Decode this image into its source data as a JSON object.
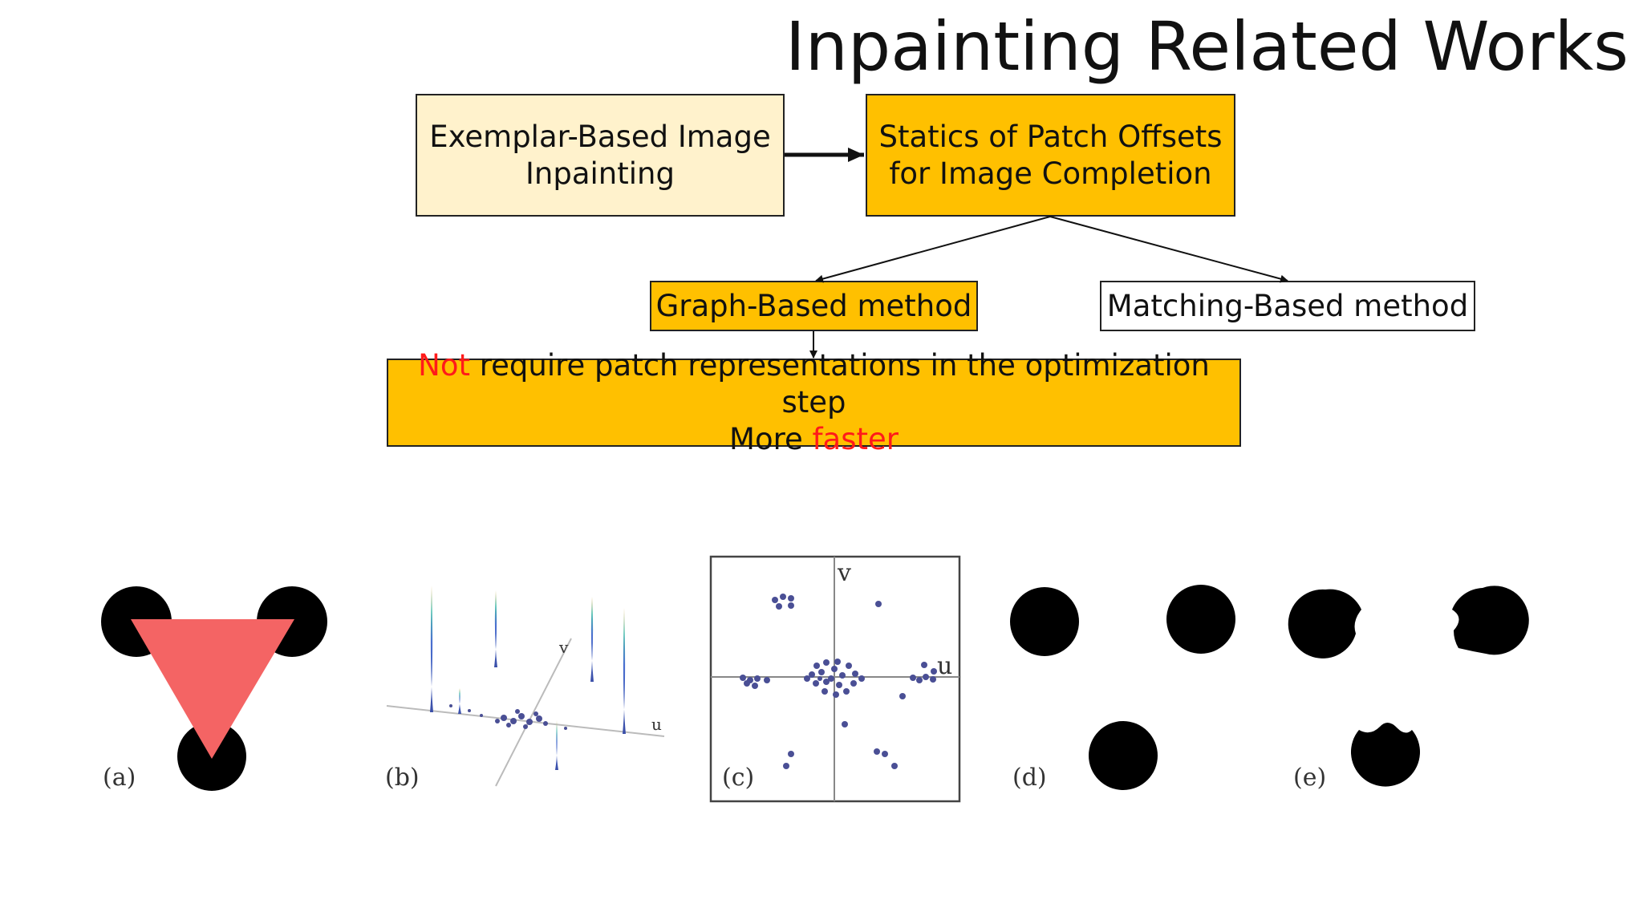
{
  "slide": {
    "title": "Inpainting Related Works"
  },
  "flow": {
    "exemplar": {
      "line1": "Exemplar-Based Image",
      "line2": "Inpainting"
    },
    "statics": {
      "line1": "Statics of Patch Offsets",
      "line2": "for Image Completion"
    },
    "graph_based": "Graph-Based method",
    "matching_based": "Matching-Based method",
    "result": {
      "line1_red": "Not",
      "line1_rest": " require patch representations in the optimization step",
      "line2_plain": "More ",
      "line2_red": "faster"
    }
  },
  "figure": {
    "labels": {
      "a": "(a)",
      "b": "(b)",
      "c": "(c)",
      "d": "(d)",
      "e": "(e)"
    },
    "axis_labels": {
      "b_v": "v",
      "b_u": "u",
      "c_v": "v",
      "c_u": "u"
    }
  },
  "colors": {
    "gold": "#ffc000",
    "cream": "#fff2cc",
    "highlight_red": "#ff1a1a",
    "triangle": "#f46464",
    "scatter_point": "#4a4f95"
  }
}
